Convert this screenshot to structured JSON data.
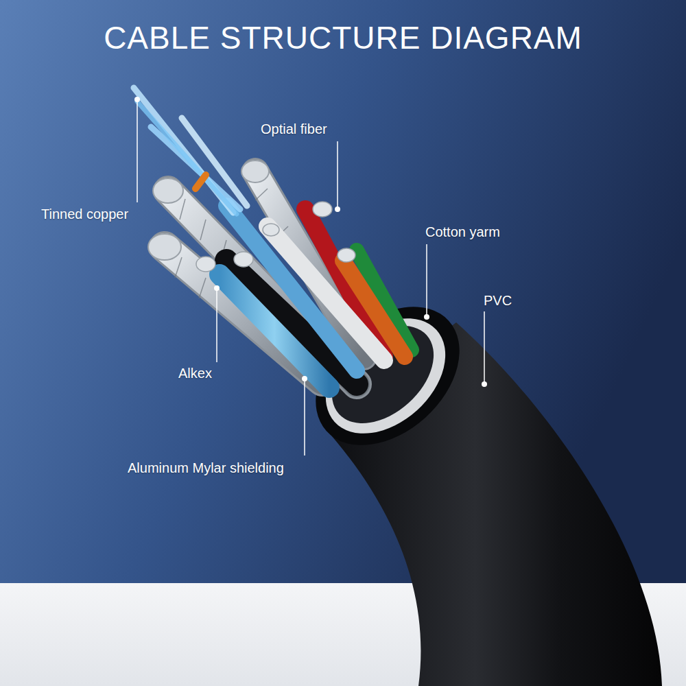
{
  "diagram": {
    "title": "CABLE STRUCTURE DIAGRAM",
    "labels": [
      "Optial fiber",
      "Tinned copper",
      "Cotton yarm",
      "PVC",
      "Alkex",
      "Aluminum Mylar shielding"
    ]
  }
}
